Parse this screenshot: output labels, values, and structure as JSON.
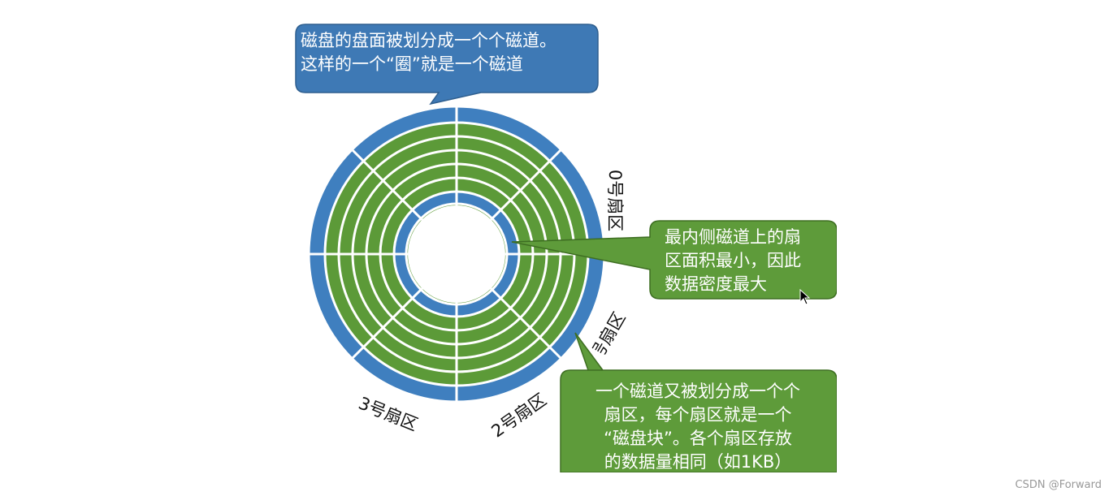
{
  "diagram": {
    "callouts": {
      "track": "磁盘的盘面被划分成一个个磁道。\n这样的一个“圈”就是一个磁道",
      "inner": "最内侧磁道上的扇\n区面积最小，因此\n数据密度最大",
      "sector": "一个磁道又被划分成一个个\n扇区，每个扇区就是一个\n“磁盘块”。各个扇区存放\n的数据量相同（如1KB）"
    },
    "sector_labels": {
      "s0": "0号扇区",
      "s1": "1号扇区",
      "s2": "2号扇区",
      "s3": "3号扇区"
    },
    "colors": {
      "outer_track": "#3f7fbf",
      "inner_tracks": "#5c9a38",
      "callout_blue": "#3e79b5",
      "callout_green": "#5e9b3a",
      "separator": "#ffffff"
    }
  },
  "watermark": "CSDN @Forward"
}
